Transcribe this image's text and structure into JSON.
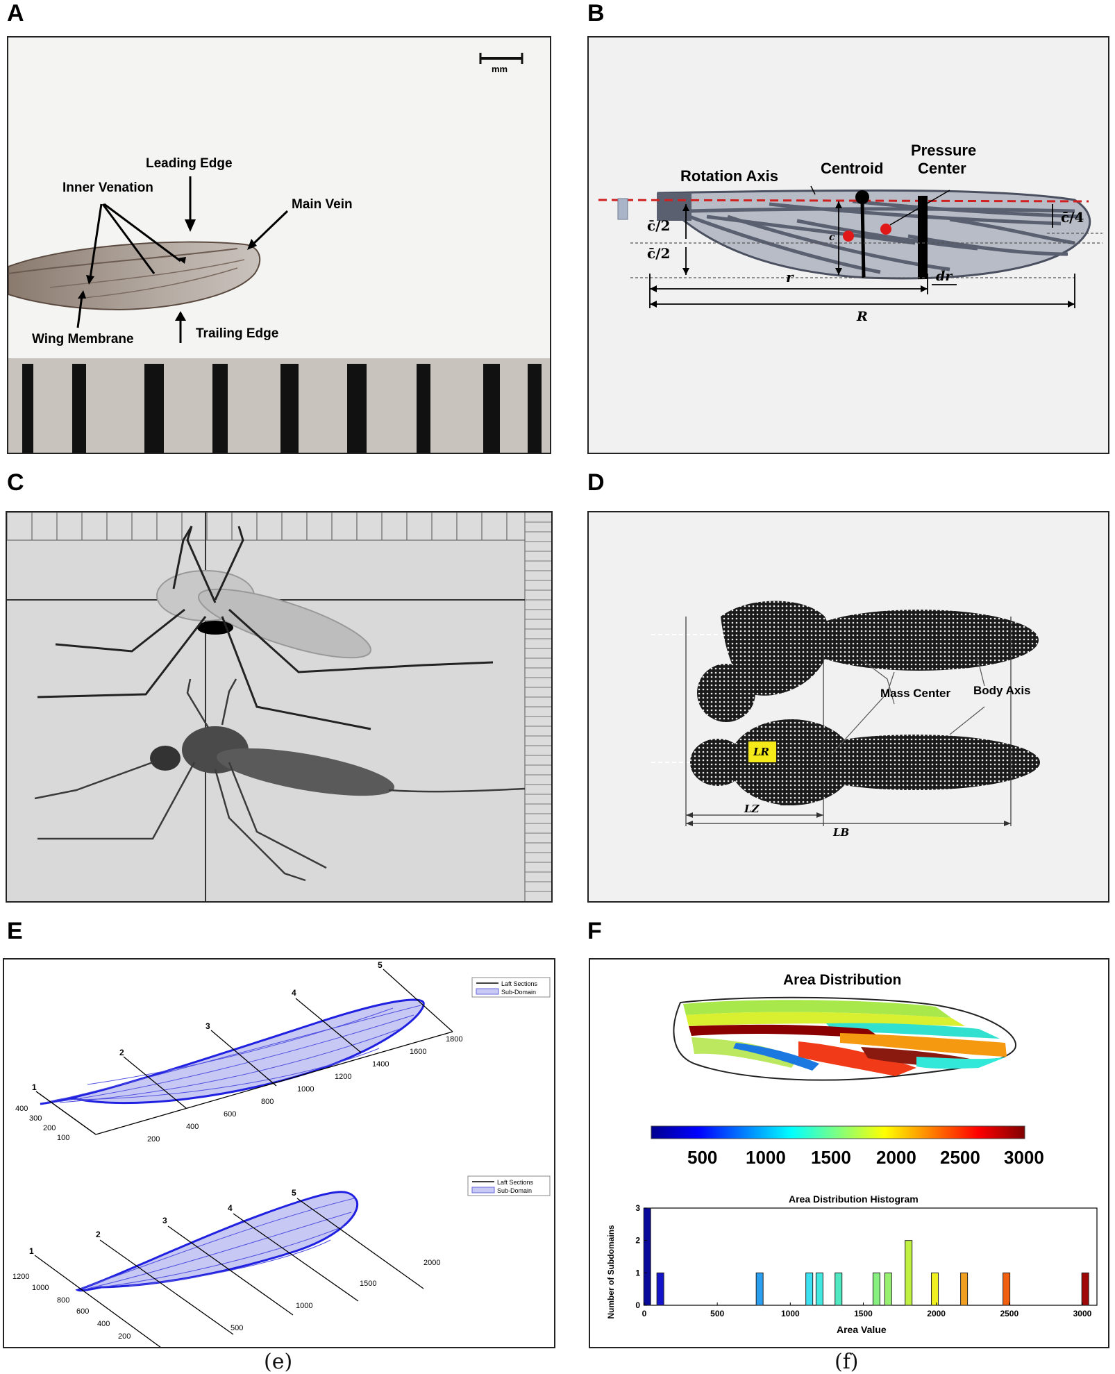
{
  "panels": {
    "a": {
      "letter": "A",
      "scale": "mm",
      "leading_edge": "Leading Edge",
      "inner_venation": "Inner Venation",
      "main_vein": "Main Vein",
      "wing_membrane": "Wing Membrane",
      "trailing_edge": "Trailing Edge"
    },
    "b": {
      "letter": "B",
      "rotation_axis": "Rotation Axis",
      "centroid": "Centroid",
      "pressure_center_1": "Pressure",
      "pressure_center_2": "Center",
      "c_half_1": "c̄/2",
      "c_half_2": "c̄/2",
      "c_quarter": "c̄/4",
      "c": "c",
      "r": "r",
      "dr": "dr",
      "R": "R"
    },
    "c": {
      "letter": "C"
    },
    "d": {
      "letter": "D",
      "mass_center": "Mass Center",
      "body_axis": "Body Axis",
      "lr": "LR",
      "lz": "LZ",
      "lb": "LB"
    },
    "e": {
      "letter": "E",
      "caption": "(e)",
      "legend_line": "Laft Sections",
      "legend_patch": "Sub-Domain",
      "top_sections": [
        "1",
        "2",
        "3",
        "4",
        "5"
      ],
      "top_x_ticks": [
        "200",
        "400",
        "600",
        "800",
        "1000",
        "1200",
        "1400",
        "1600",
        "1800"
      ],
      "top_y_ticks": [
        "400",
        "300",
        "200",
        "100"
      ],
      "bot_sections": [
        "1",
        "2",
        "3",
        "4",
        "5"
      ],
      "bot_x_ticks": [
        "500",
        "1000",
        "1500",
        "2000"
      ],
      "bot_y_ticks": [
        "1200",
        "1000",
        "800",
        "600",
        "400",
        "200"
      ]
    },
    "f": {
      "letter": "F",
      "caption": "(f)",
      "title": "Area Distribution",
      "colorbar_ticks": [
        "500",
        "1000",
        "1500",
        "2000",
        "2500",
        "3000"
      ],
      "hist_title": "Area Distribution Histogram",
      "xlabel": "Area Value",
      "ylabel": "Number of Subdomains"
    }
  },
  "chart_data": {
    "type": "bar",
    "title": "Area Distribution Histogram",
    "xlabel": "Area Value",
    "ylabel": "Number of Subdomains",
    "xlim": [
      0,
      3100
    ],
    "ylim": [
      0,
      3
    ],
    "x_ticks": [
      0,
      500,
      1000,
      1500,
      2000,
      2500,
      3000
    ],
    "y_ticks": [
      0,
      1,
      2,
      3
    ],
    "bins": [
      {
        "x": 20,
        "count": 3,
        "color": "#0a0a9a"
      },
      {
        "x": 110,
        "count": 1,
        "color": "#1414c8"
      },
      {
        "x": 790,
        "count": 1,
        "color": "#2a9ff0"
      },
      {
        "x": 1130,
        "count": 1,
        "color": "#3ce0f0"
      },
      {
        "x": 1200,
        "count": 1,
        "color": "#40e8e0"
      },
      {
        "x": 1330,
        "count": 1,
        "color": "#50e8c0"
      },
      {
        "x": 1590,
        "count": 1,
        "color": "#88f080"
      },
      {
        "x": 1670,
        "count": 1,
        "color": "#98f070"
      },
      {
        "x": 1810,
        "count": 2,
        "color": "#c0f040"
      },
      {
        "x": 1990,
        "count": 1,
        "color": "#f0f020"
      },
      {
        "x": 2190,
        "count": 1,
        "color": "#f0a020"
      },
      {
        "x": 2480,
        "count": 1,
        "color": "#f06010"
      },
      {
        "x": 3020,
        "count": 1,
        "color": "#a00808"
      }
    ]
  }
}
